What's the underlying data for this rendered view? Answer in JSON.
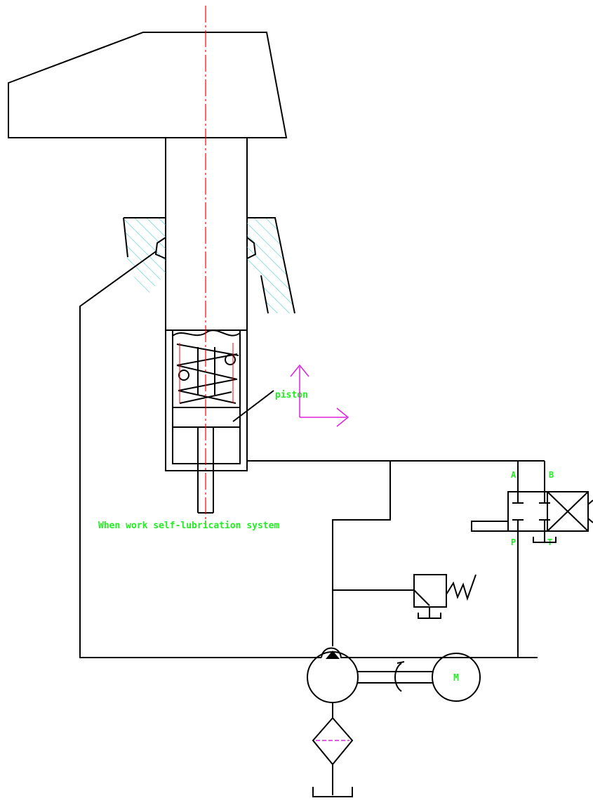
{
  "colors": {
    "line": "#000000",
    "centerline": "#ff0000",
    "label": "#22ee22",
    "hatch": "#49c8d6",
    "arrows": "#dd22dd"
  },
  "labels": {
    "piston": "piston",
    "caption": "When work self-lubrication system",
    "port_a": "A",
    "port_b": "B",
    "port_p": "P",
    "port_t": "T",
    "motor": "M"
  }
}
